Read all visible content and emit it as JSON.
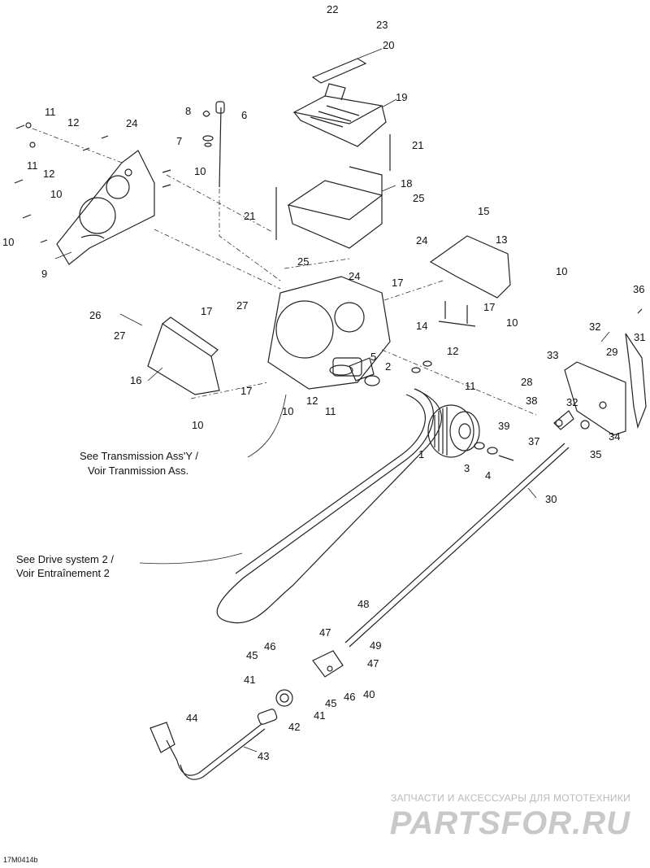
{
  "diagram": {
    "code": "17M0414b",
    "notes": {
      "transmission_line1": "See Transmission Ass'Y /",
      "transmission_line2": "Voir Tranmission Ass.",
      "drive_line1": "See Drive system 2 /",
      "drive_line2": "Voir Entraînement 2"
    },
    "labels": {
      "n1": "1",
      "n2": "2",
      "n3": "3",
      "n4": "4",
      "n5": "5",
      "n6": "6",
      "n7": "7",
      "n8": "8",
      "n9": "9",
      "n10a": "10",
      "n10b": "10",
      "n10c": "10",
      "n10d": "10",
      "n10e": "10",
      "n10f": "10",
      "n10g": "10",
      "n11a": "11",
      "n11b": "11",
      "n11c": "11",
      "n11d": "11",
      "n12a": "12",
      "n12b": "12",
      "n12c": "12",
      "n12d": "12",
      "n13": "13",
      "n14": "14",
      "n15": "15",
      "n16": "16",
      "n17a": "17",
      "n17b": "17",
      "n17c": "17",
      "n17d": "17",
      "n18": "18",
      "n19": "19",
      "n20": "20",
      "n21a": "21",
      "n21b": "21",
      "n22": "22",
      "n23": "23",
      "n24a": "24",
      "n24b": "24",
      "n24c": "24",
      "n25a": "25",
      "n25b": "25",
      "n26": "26",
      "n27a": "27",
      "n27b": "27",
      "n28": "28",
      "n29": "29",
      "n30": "30",
      "n31": "31",
      "n32a": "32",
      "n32b": "32",
      "n33": "33",
      "n34": "34",
      "n35": "35",
      "n36": "36",
      "n37": "37",
      "n38": "38",
      "n39": "39",
      "n40": "40",
      "n41a": "41",
      "n41b": "41",
      "n42": "42",
      "n43": "43",
      "n44": "44",
      "n45a": "45",
      "n45b": "45",
      "n46a": "46",
      "n46b": "46",
      "n47a": "47",
      "n47b": "47",
      "n48": "48",
      "n49": "49"
    }
  },
  "watermark": {
    "tagline": "ЗАПЧАСТИ И АКСЕССУАРЫ ДЛЯ МОТОТЕХНИКИ",
    "logo": "PARTSFOR.RU"
  }
}
